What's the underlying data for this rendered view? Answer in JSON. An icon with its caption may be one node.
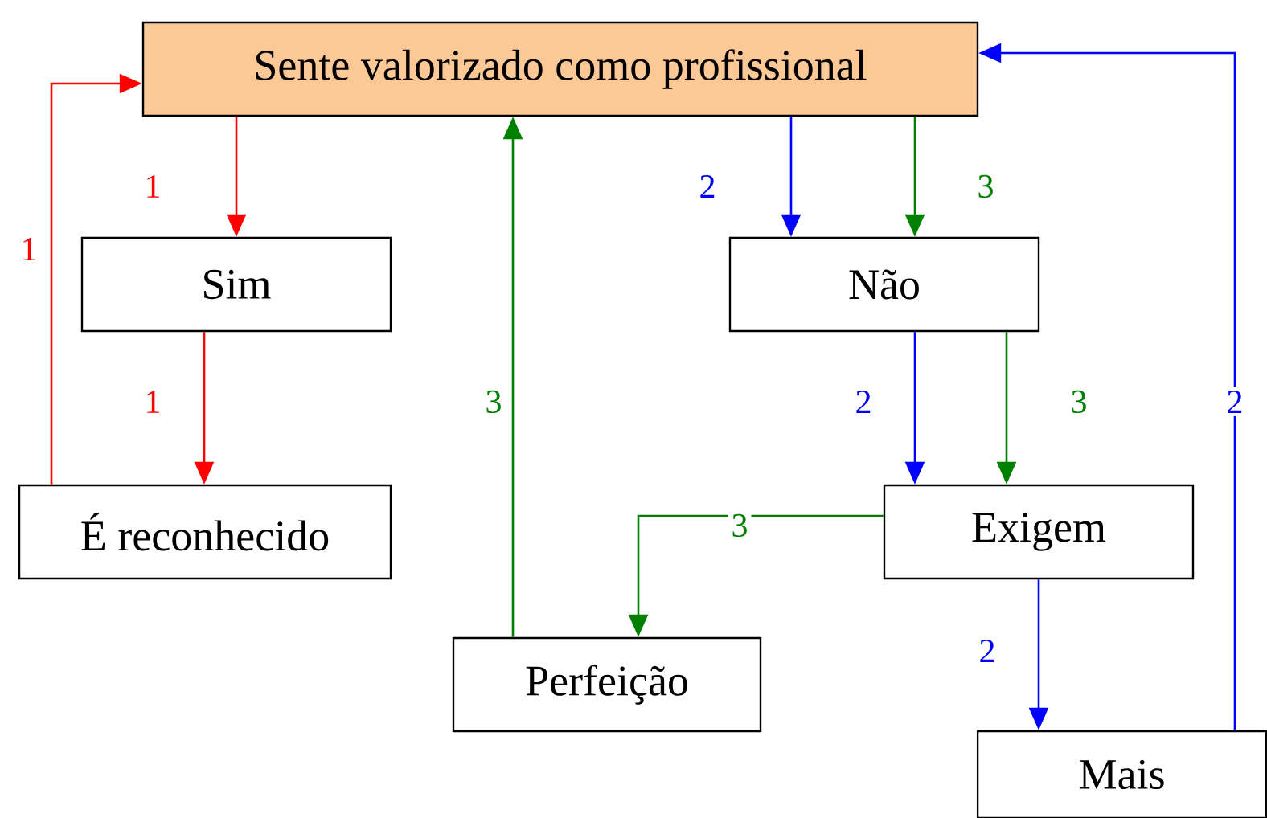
{
  "diagram": {
    "nodes": [
      {
        "text": [
          "Sente valorizado como profissional"
        ]
      },
      {
        "text": [
          "Sim"
        ]
      },
      {
        "text": [
          "Não"
        ]
      },
      {
        "text": [
          "É reconhecido"
        ]
      },
      {
        "text": [
          "Exigem"
        ]
      },
      {
        "text": [
          "Perfeição"
        ]
      },
      {
        "text": [
          "Mais"
        ]
      }
    ],
    "edges": [
      {
        "from": 0,
        "to": 1,
        "arrow": "to",
        "label": "1",
        "color": "#ff0000"
      },
      {
        "from": 1,
        "to": 3,
        "arrow": "to",
        "label": "1",
        "color": "#ff0000"
      },
      {
        "from": 3,
        "to": 0,
        "arrow": "to",
        "label": "1",
        "color": "#ff0000"
      },
      {
        "from": 0,
        "to": 2,
        "arrow": "to",
        "label": "2",
        "color": "#0000ff"
      },
      {
        "from": 0,
        "to": 2,
        "arrow": "to",
        "label": "3",
        "color": "#008000"
      },
      {
        "from": 2,
        "to": 4,
        "arrow": "to",
        "label": "2",
        "color": "#0000ff"
      },
      {
        "from": 2,
        "to": 4,
        "arrow": "to",
        "label": "3",
        "color": "#008000"
      },
      {
        "from": 5,
        "to": 0,
        "arrow": "to",
        "label": "3",
        "color": "#008000"
      },
      {
        "from": 4,
        "to": 5,
        "arrow": "to",
        "label": "3",
        "color": "#008000"
      },
      {
        "from": 4,
        "to": 6,
        "arrow": "to",
        "label": "2",
        "color": "#0000ff"
      },
      {
        "from": 6,
        "to": 0,
        "arrow": "to",
        "label": "2",
        "color": "#0000ff"
      }
    ]
  }
}
